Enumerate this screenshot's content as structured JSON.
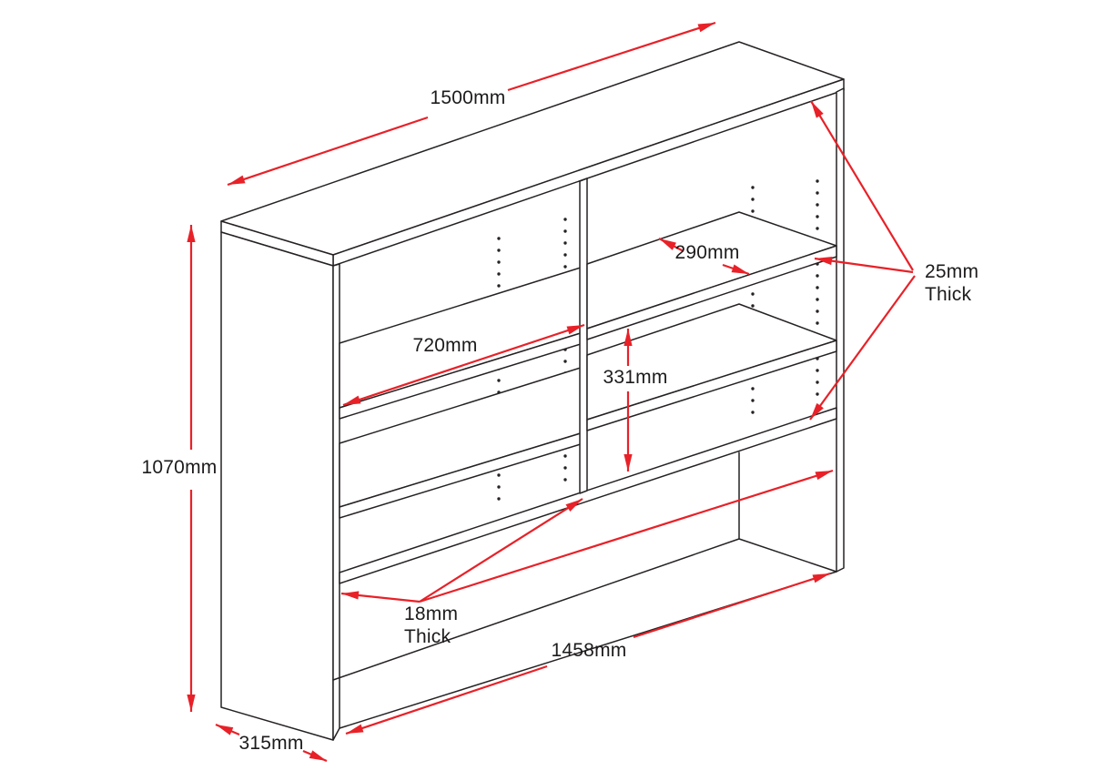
{
  "figure": {
    "type": "technical-drawing",
    "subject": "bookshelf hutch with top panel, side panels, centre divider, fixed shelf and adjustable shelves on pin holes",
    "view": "isometric line drawing",
    "units": "mm"
  },
  "colors": {
    "dimension_red": "#e82128",
    "line_black": "#262223",
    "background": "#ffffff",
    "text": "#1d1b1c"
  },
  "dimensions": {
    "overall_width": {
      "text": "1500mm",
      "value": 1500,
      "unit": "mm",
      "measures": "overall top width"
    },
    "overall_height": {
      "text": "1070mm",
      "value": 1070,
      "unit": "mm",
      "measures": "overall height"
    },
    "overall_depth": {
      "text": "315mm",
      "value": 315,
      "unit": "mm",
      "measures": "overall depth"
    },
    "left_opening": {
      "text": "720mm",
      "value": 720,
      "unit": "mm",
      "measures": "left compartment internal width"
    },
    "shelf_depth": {
      "text": "290mm",
      "value": 290,
      "unit": "mm",
      "measures": "shelf depth"
    },
    "shelf_spacing": {
      "text": "331mm",
      "value": 331,
      "unit": "mm",
      "measures": "right compartment shelf spacing"
    },
    "internal_width": {
      "text": "1458mm",
      "value": 1458,
      "unit": "mm",
      "measures": "internal width of bottom section"
    },
    "panel_thickness": {
      "line1": "25mm",
      "line2": "Thick",
      "value": 25,
      "unit": "mm",
      "measures": "top and shelf panel thickness"
    },
    "board_thickness": {
      "line1": "18mm",
      "line2": "Thick",
      "value": 18,
      "unit": "mm",
      "measures": "shelf and divider board thickness"
    }
  }
}
